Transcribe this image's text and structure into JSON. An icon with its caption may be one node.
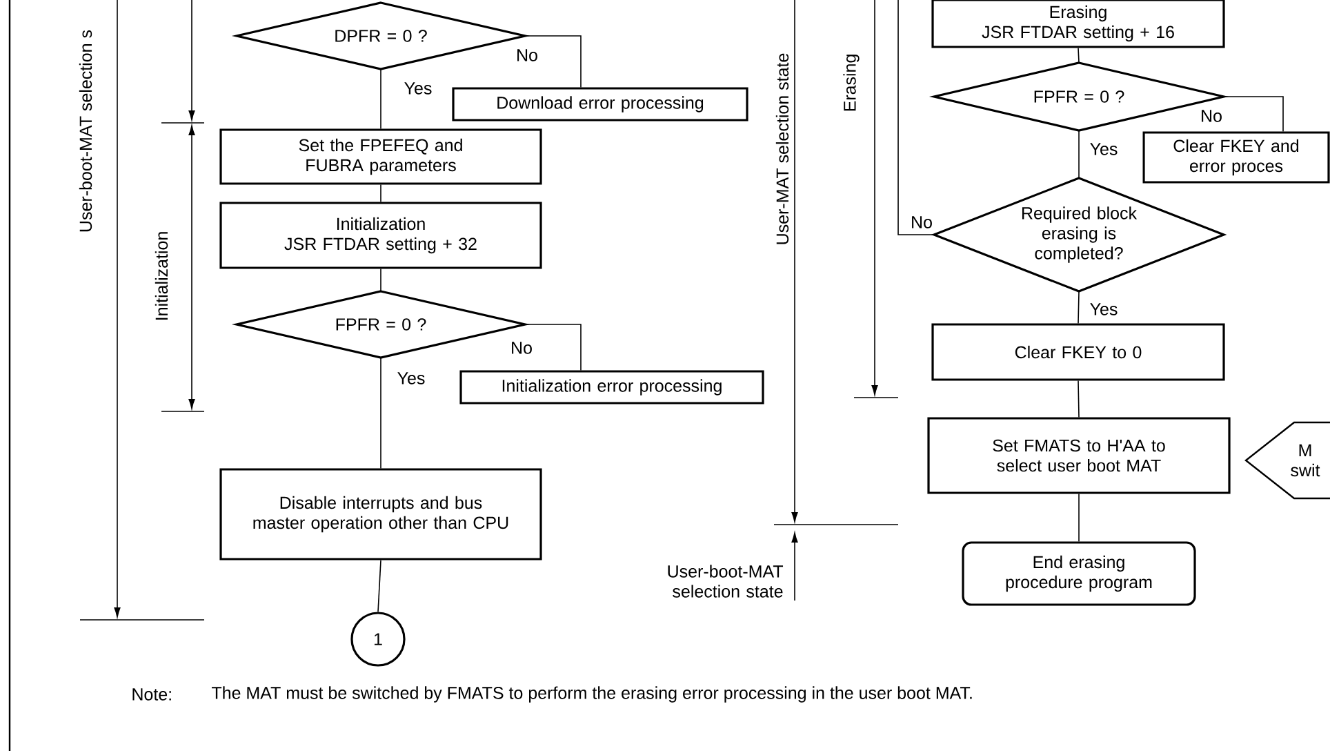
{
  "diagram": {
    "nodes": [
      {
        "text": [
          "DPFR = 0 ?"
        ]
      },
      {
        "text": [
          "Download error processing"
        ]
      },
      {
        "text": [
          "Set the FPEFEQ and FUBRA parameters"
        ]
      },
      {
        "text": [
          "Initialization",
          "JSR FTDAR setting + 32"
        ]
      },
      {
        "text": [
          "FPFR = 0 ?"
        ]
      },
      {
        "text": [
          "Initialization error processing"
        ]
      },
      {
        "text": [
          "Disable interrupts and bus master operation other than CPU"
        ]
      },
      {
        "text": [
          "1"
        ]
      },
      {
        "text": [
          "Erasing",
          "JSR FTDAR setting + 16"
        ]
      },
      {
        "text": [
          "FPFR = 0 ?"
        ]
      },
      {
        "text": [
          "Clear FKEY and error proces"
        ]
      },
      {
        "text": [
          "Required block erasing is completed?"
        ]
      },
      {
        "text": [
          "Clear FKEY to 0"
        ]
      },
      {
        "text": [
          "Set FMATS to H'AA to select user boot MAT"
        ]
      },
      {
        "text": [
          "End erasing procedure program"
        ]
      },
      {
        "text": [
          "M swit"
        ]
      }
    ],
    "edges": [
      {
        "from": 0,
        "to": 1,
        "arrow": "none",
        "label": "No"
      },
      {
        "from": 0,
        "to": 2,
        "arrow": "none",
        "label": "Yes"
      },
      {
        "from": 2,
        "to": 3,
        "arrow": "none"
      },
      {
        "from": 3,
        "to": 4,
        "arrow": "none"
      },
      {
        "from": 4,
        "to": 5,
        "arrow": "none",
        "label": "No"
      },
      {
        "from": 4,
        "to": 6,
        "arrow": "none",
        "label": "Yes"
      },
      {
        "from": 6,
        "to": 7,
        "arrow": "none"
      },
      {
        "from": 8,
        "to": 9,
        "arrow": "none"
      },
      {
        "from": 9,
        "to": 10,
        "arrow": "none",
        "label": "No"
      },
      {
        "from": 9,
        "to": 11,
        "arrow": "none",
        "label": "Yes"
      },
      {
        "from": 11,
        "to": null,
        "arrow": "none",
        "label": "No"
      },
      {
        "from": 11,
        "to": 12,
        "arrow": "none",
        "label": "Yes"
      },
      {
        "from": 12,
        "to": 13,
        "arrow": "none"
      },
      {
        "from": 13,
        "to": 14,
        "arrow": "none"
      }
    ],
    "labels": [
      "User-boot-MAT selection s",
      "Initialization",
      "User-MAT selection state",
      "Erasing",
      "User-boot-MAT selection state",
      "Note:",
      "The MAT must be switched by FMATS to perform  the erasing error processing in the user boot MAT."
    ]
  }
}
